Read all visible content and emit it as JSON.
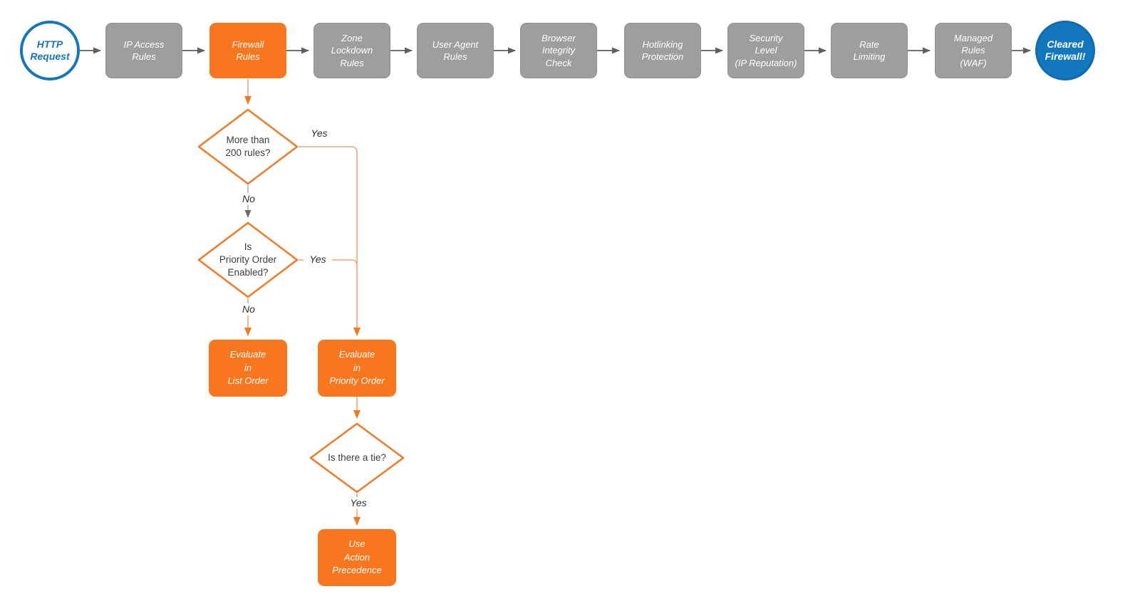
{
  "colors": {
    "accent_orange": "#F7761E",
    "connector_orange": "#F9A172",
    "node_gray": "#9E9E9E",
    "accent_blue": "#1377BD",
    "connector_gray": "#5F5F5F",
    "diamond_text": "#3D3D3D"
  },
  "pipeline": {
    "start": {
      "label": "HTTP\nRequest"
    },
    "stages": [
      {
        "label": "IP Access\nRules"
      },
      {
        "label": "Firewall\nRules"
      },
      {
        "label": "Zone\nLockdown\nRules"
      },
      {
        "label": "User Agent\nRules"
      },
      {
        "label": "Browser\nIntegrity\nCheck"
      },
      {
        "label": "Hotlinking\nProtection"
      },
      {
        "label": "Security\nLevel\n(IP Reputation)"
      },
      {
        "label": "Rate\nLimiting"
      },
      {
        "label": "Managed\nRules\n(WAF)"
      }
    ],
    "end": {
      "label": "Cleared\nFirewall!"
    }
  },
  "branch": {
    "decision_rule_count": {
      "label": "More than\n200 rules?",
      "yes": "Yes",
      "no": "No"
    },
    "decision_priority_enabled": {
      "label": "Is\nPriority Order\nEnabled?",
      "yes": "Yes",
      "no": "No"
    },
    "evaluate_list": {
      "label": "Evaluate\nin\nList Order"
    },
    "evaluate_priority": {
      "label": "Evaluate\nin\nPriority Order"
    },
    "decision_tie": {
      "label": "Is there a tie?",
      "yes": "Yes"
    },
    "use_action_precedence": {
      "label": "Use\nAction\nPrecedence"
    }
  }
}
